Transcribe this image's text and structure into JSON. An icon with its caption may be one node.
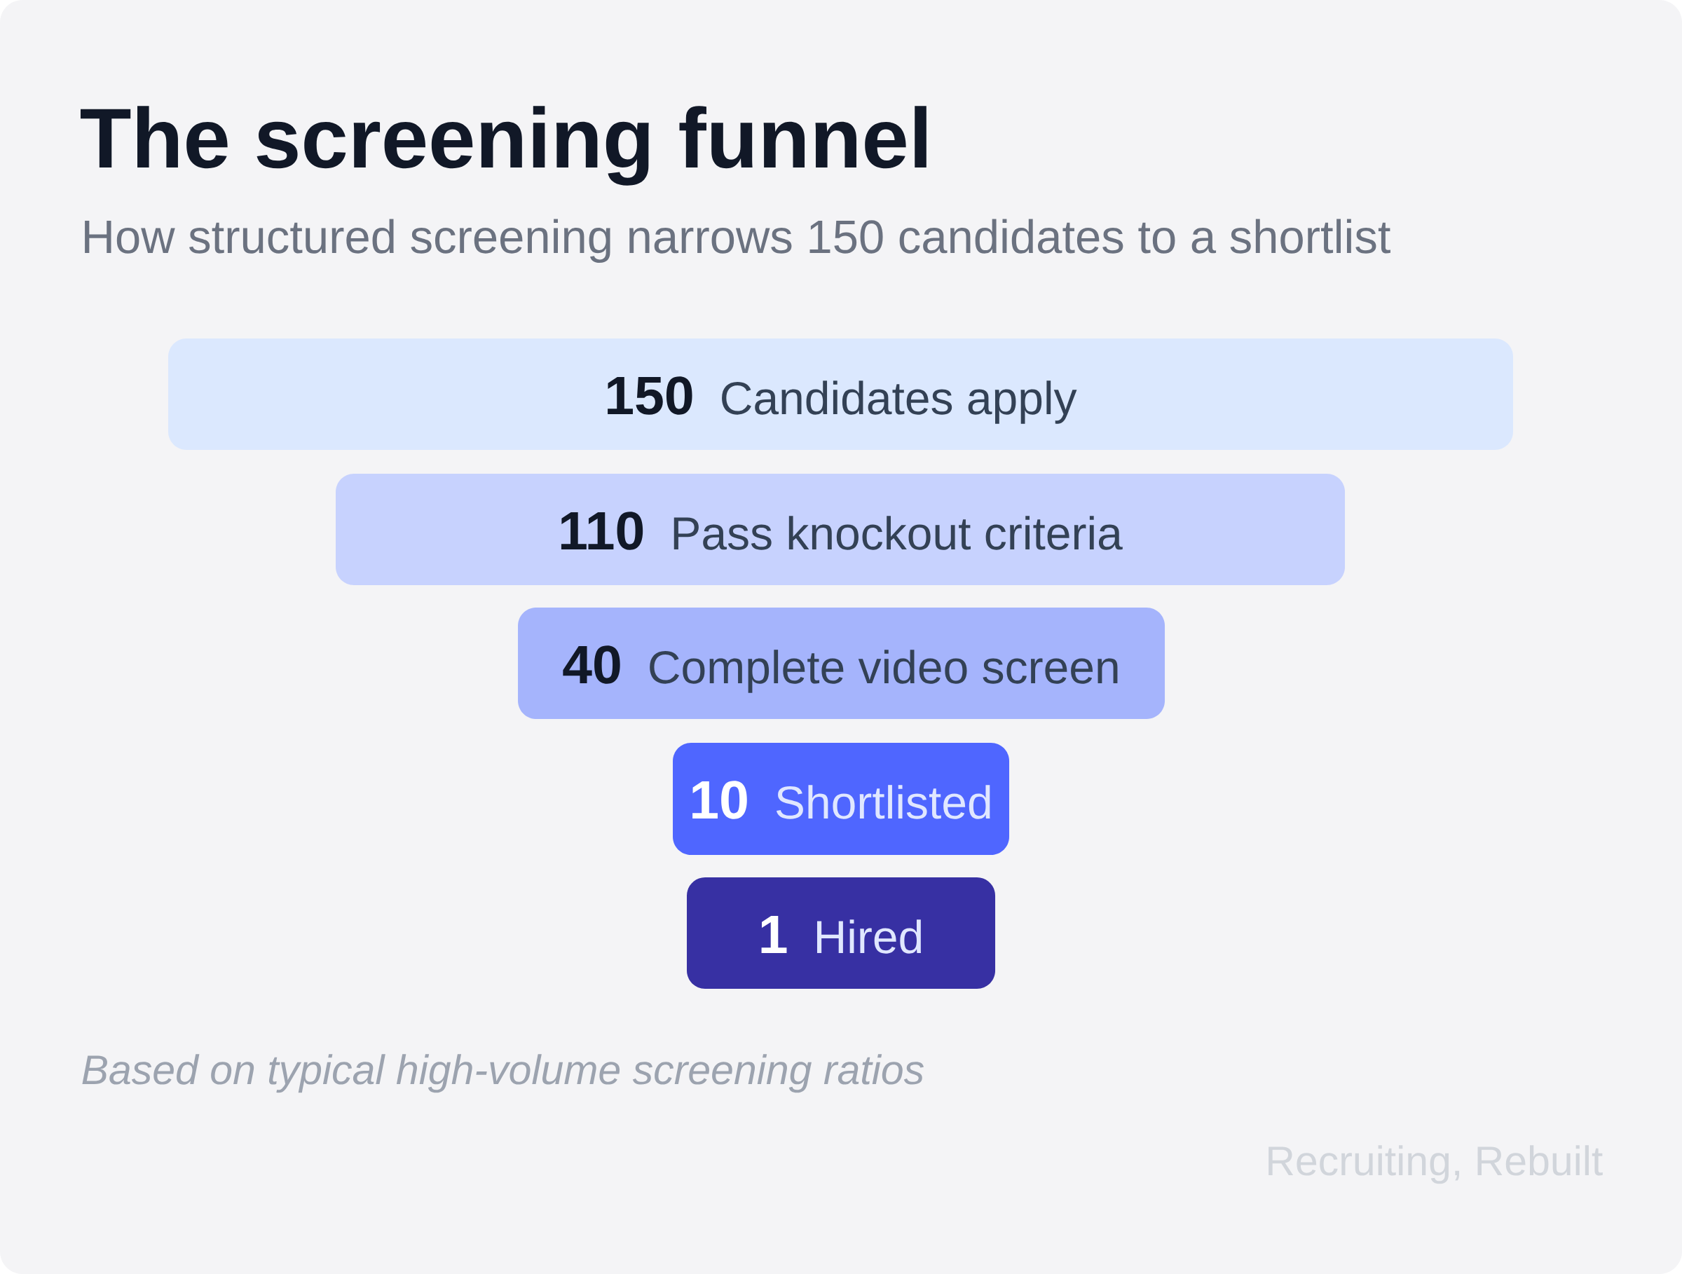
{
  "diagram": {
    "title": "The screening funnel",
    "caption": "Based on typical high-volume screening ratios",
    "nodes": [
      {
        "text": [
          "150",
          "Candidates apply"
        ]
      },
      {
        "text": [
          "110",
          "Pass knockout criteria"
        ]
      },
      {
        "text": [
          "40",
          "Complete video screen"
        ]
      },
      {
        "text": [
          "10",
          "Shortlisted"
        ]
      },
      {
        "text": [
          "1",
          "Hired"
        ]
      }
    ],
    "labels": [
      "How structured screening narrows 150 candidates to a shortlist",
      "Recruiting, Rebuilt"
    ]
  }
}
